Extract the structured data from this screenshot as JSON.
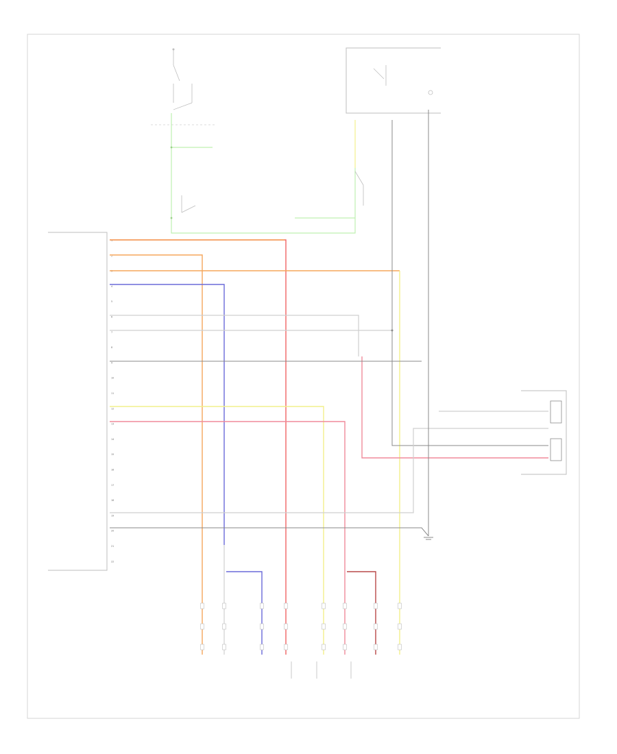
{
  "diagram_id": "",
  "colors": {
    "frame": "#d6d6d6",
    "box": "#bdbdbd",
    "orange": "#f5a55a",
    "red": "#f06464",
    "blue": "#6a6ad8",
    "yellow": "#f2f08c",
    "gray": "#8a8a8a",
    "light_gray": "#cfcfcf",
    "green": "#bff0b0",
    "pink": "#f08a9a",
    "dark_red": "#b84848"
  },
  "components": {
    "control_unit": {
      "label_lines": [
        "",
        "",
        "",
        ""
      ],
      "pins": [
        "1",
        "2",
        "3",
        "4",
        "5",
        "6",
        "7",
        "8",
        "9",
        "10",
        "11",
        "12",
        "13",
        "14",
        "15",
        "16",
        "17",
        "18",
        "19",
        "20",
        "21",
        "22"
      ]
    },
    "top_switch": {
      "label_lines": [
        "",
        "",
        "",
        "",
        "",
        ""
      ]
    },
    "top_sensor": {
      "label_lines": [
        "",
        "",
        ""
      ]
    },
    "right_connector": {
      "label_lines": [
        "",
        "",
        ""
      ]
    },
    "ground": {
      "label_lines": [
        "",
        ""
      ]
    },
    "bottom_sensors": [
      {
        "label_lines": [
          "",
          "",
          "",
          "",
          ""
        ]
      },
      {
        "label_lines": [
          "",
          "",
          "",
          "",
          ""
        ]
      },
      {
        "label_lines": [
          "",
          "",
          "",
          "",
          ""
        ]
      },
      {
        "label_lines": [
          "",
          "",
          "",
          "",
          ""
        ]
      }
    ]
  },
  "wires": [
    {
      "id": "w1",
      "color_name": "orange",
      "code": ""
    },
    {
      "id": "w2",
      "color_name": "orange",
      "code": ""
    },
    {
      "id": "w3",
      "color_name": "orange",
      "code": ""
    },
    {
      "id": "w4",
      "color_name": "blue",
      "code": ""
    },
    {
      "id": "w5",
      "color_name": "light_gray",
      "code": ""
    },
    {
      "id": "w6",
      "color_name": "light_gray",
      "code": ""
    },
    {
      "id": "w7",
      "color_name": "gray",
      "code": ""
    },
    {
      "id": "w8",
      "color_name": "yellow",
      "code": ""
    },
    {
      "id": "w9",
      "color_name": "pink",
      "code": ""
    },
    {
      "id": "w10",
      "color_name": "light_gray",
      "code": ""
    },
    {
      "id": "w11",
      "color_name": "gray",
      "code": ""
    },
    {
      "id": "w12",
      "color_name": "green",
      "code": ""
    }
  ]
}
